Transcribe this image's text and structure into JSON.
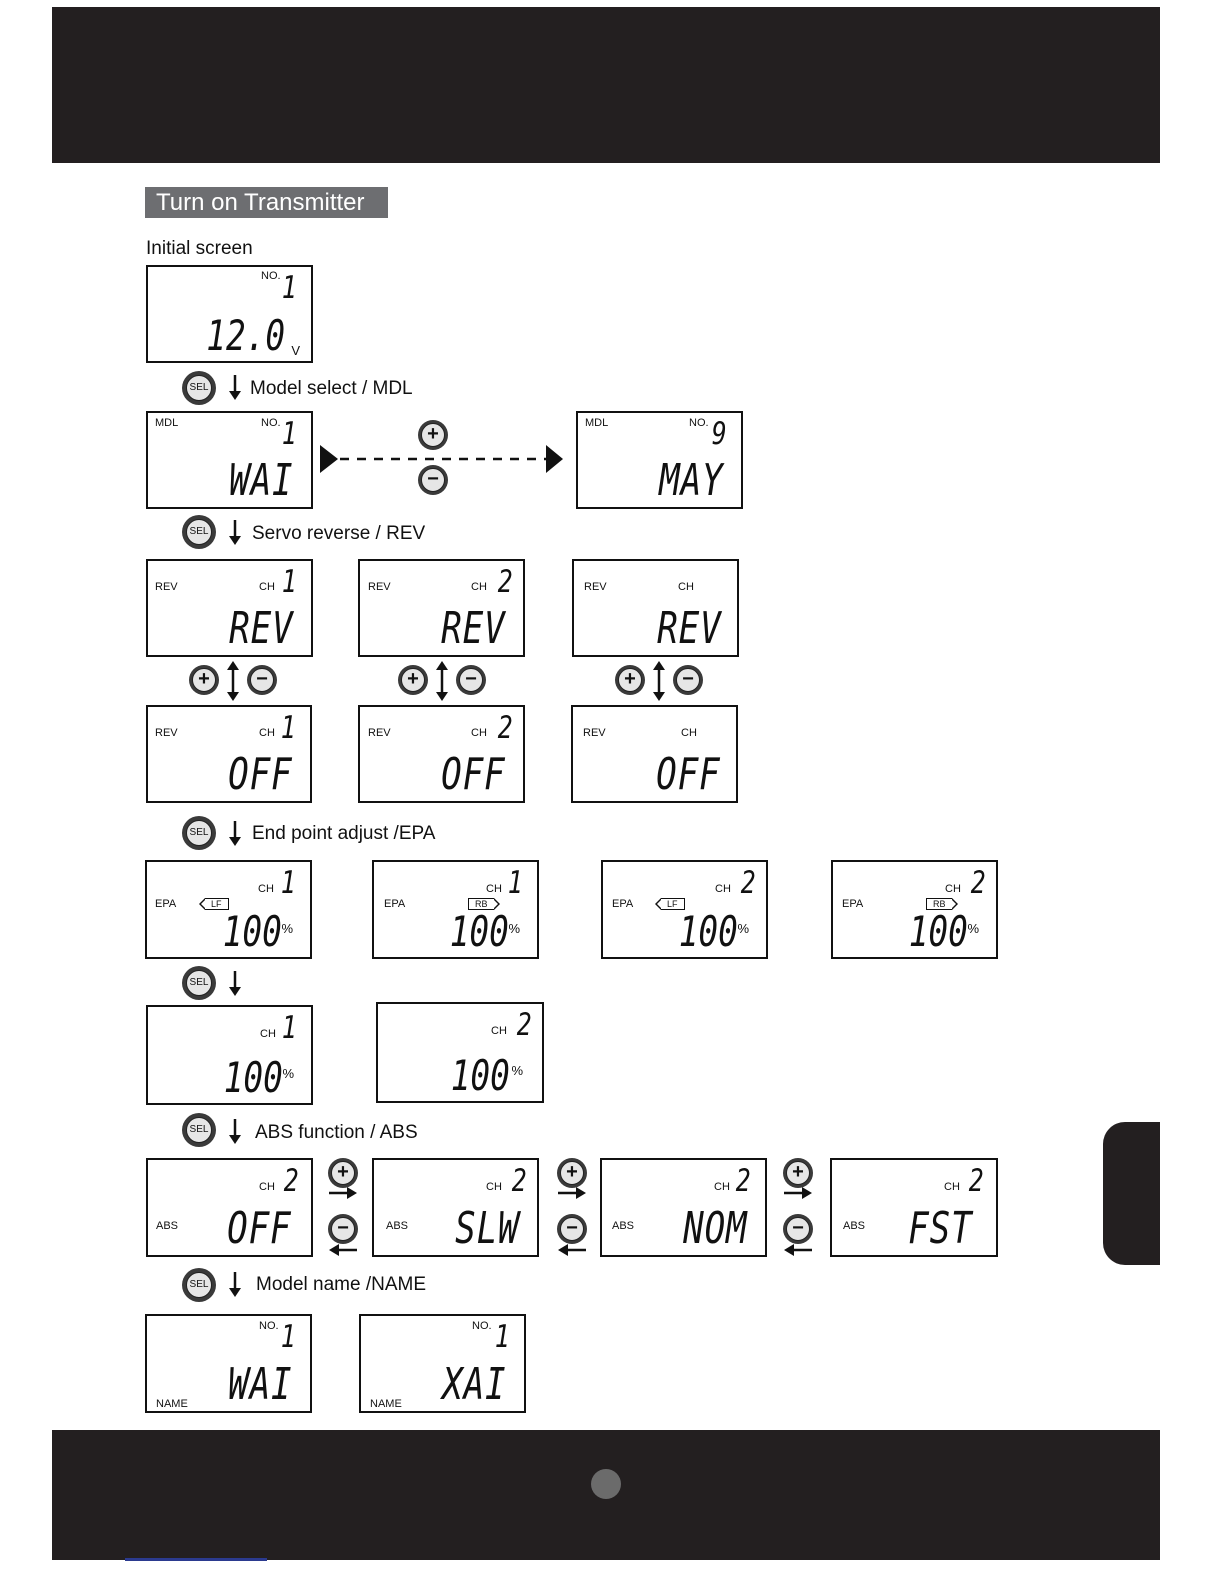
{
  "section_title": "Turn on Transmitter",
  "steps": {
    "initial": "Initial screen",
    "mdl": "Model select / MDL",
    "rev": "Servo reverse / REV",
    "epa": "End point adjust /EPA",
    "abs": "ABS function / ABS",
    "name": "Model name /NAME"
  },
  "buttons": {
    "sel": "SEL",
    "plus": "+",
    "minus": "−"
  },
  "initial_screen": {
    "no_label": "NO.",
    "no": "1",
    "voltage": "12.0",
    "unit": "V"
  },
  "mdl_screens": [
    {
      "label": "MDL",
      "no_label": "NO.",
      "no": "1",
      "name": "WAI"
    },
    {
      "label": "MDL",
      "no_label": "NO.",
      "no": "9",
      "name": "MAY"
    }
  ],
  "rev_screens": [
    {
      "label": "REV",
      "ch_label": "CH",
      "ch": "1",
      "value": "REV"
    },
    {
      "label": "REV",
      "ch_label": "CH",
      "ch": "2",
      "value": "REV"
    },
    {
      "label": "REV",
      "ch_label": "CH",
      "ch": "",
      "value": "REV"
    },
    {
      "label": "REV",
      "ch_label": "CH",
      "ch": "1",
      "value": "OFF"
    },
    {
      "label": "REV",
      "ch_label": "CH",
      "ch": "2",
      "value": "OFF"
    },
    {
      "label": "REV",
      "ch_label": "CH",
      "ch": "",
      "value": "OFF"
    }
  ],
  "epa_screens": [
    {
      "label": "EPA",
      "ch_label": "CH",
      "ch": "1",
      "dir": "LF",
      "value": "100",
      "unit": "%"
    },
    {
      "label": "EPA",
      "ch_label": "CH",
      "ch": "1",
      "dir": "RB",
      "value": "100",
      "unit": "%"
    },
    {
      "label": "EPA",
      "ch_label": "CH",
      "ch": "2",
      "dir": "LF",
      "value": "100",
      "unit": "%"
    },
    {
      "label": "EPA",
      "ch_label": "CH",
      "ch": "2",
      "dir": "RB",
      "value": "100",
      "unit": "%"
    }
  ],
  "ch_screens": [
    {
      "ch_label": "CH",
      "ch": "1",
      "value": "100",
      "unit": "%"
    },
    {
      "ch_label": "CH",
      "ch": "2",
      "value": "100",
      "unit": "%"
    }
  ],
  "abs_screens": [
    {
      "label": "ABS",
      "ch_label": "CH",
      "ch": "2",
      "value": "OFF"
    },
    {
      "label": "ABS",
      "ch_label": "CH",
      "ch": "2",
      "value": "SLW"
    },
    {
      "label": "ABS",
      "ch_label": "CH",
      "ch": "2",
      "value": "NOM"
    },
    {
      "label": "ABS",
      "ch_label": "CH",
      "ch": "2",
      "value": "FST"
    }
  ],
  "name_screens": [
    {
      "label": "NAME",
      "no_label": "NO.",
      "no": "1",
      "name": "WAI"
    },
    {
      "label": "NAME",
      "no_label": "NO.",
      "no": "1",
      "name": "XAI"
    }
  ]
}
